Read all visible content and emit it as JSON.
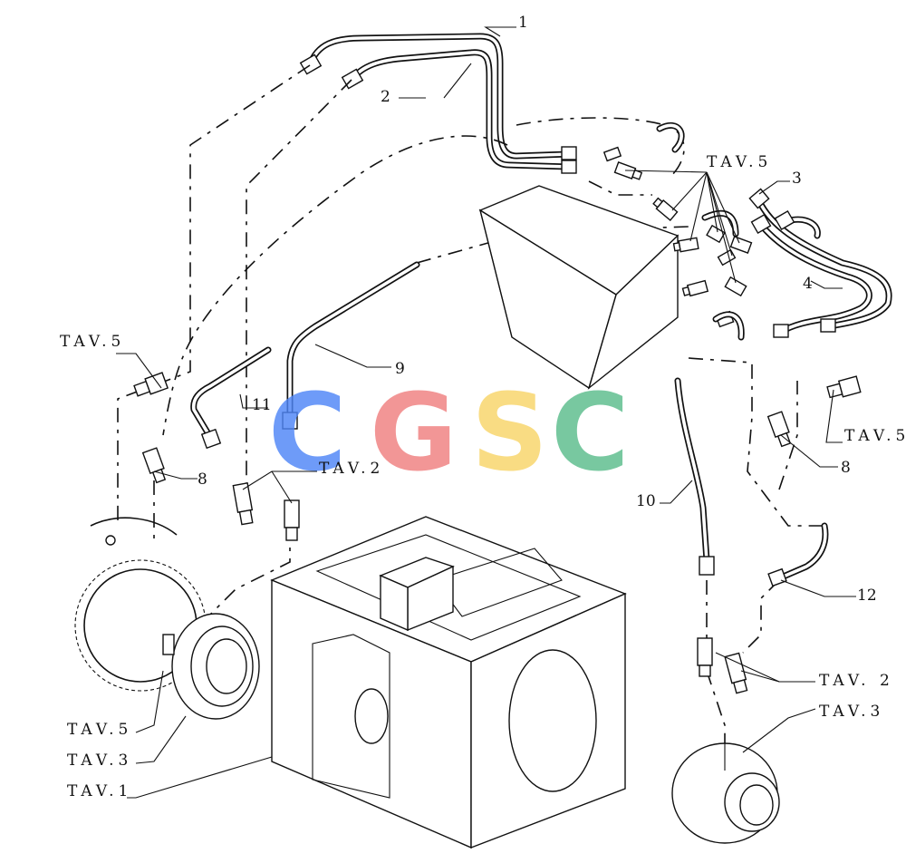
{
  "watermark": {
    "letters": [
      "C",
      "G",
      "S",
      "C"
    ],
    "colors": [
      "#4f86f7",
      "#f07f7f",
      "#f8d568",
      "#5bbd8c"
    ]
  },
  "callouts": {
    "n1": "1",
    "n2": "2",
    "n3": "3",
    "n4": "4",
    "n8_left": "8",
    "n8_right": "8",
    "n9": "9",
    "n10": "10",
    "n11": "11",
    "n12": "12",
    "tav5_top": "TAV.5",
    "tav5_left": "TAV.5",
    "tav5_right": "TAV.5",
    "tav2_center": "TAV.2",
    "tav2_right": "TAV. 2",
    "tav3_right": "TAV.3",
    "tav5_bottom_left": "TAV.5",
    "tav3_bottom_left": "TAV.3",
    "tav1_bottom_left": "TAV.1"
  }
}
